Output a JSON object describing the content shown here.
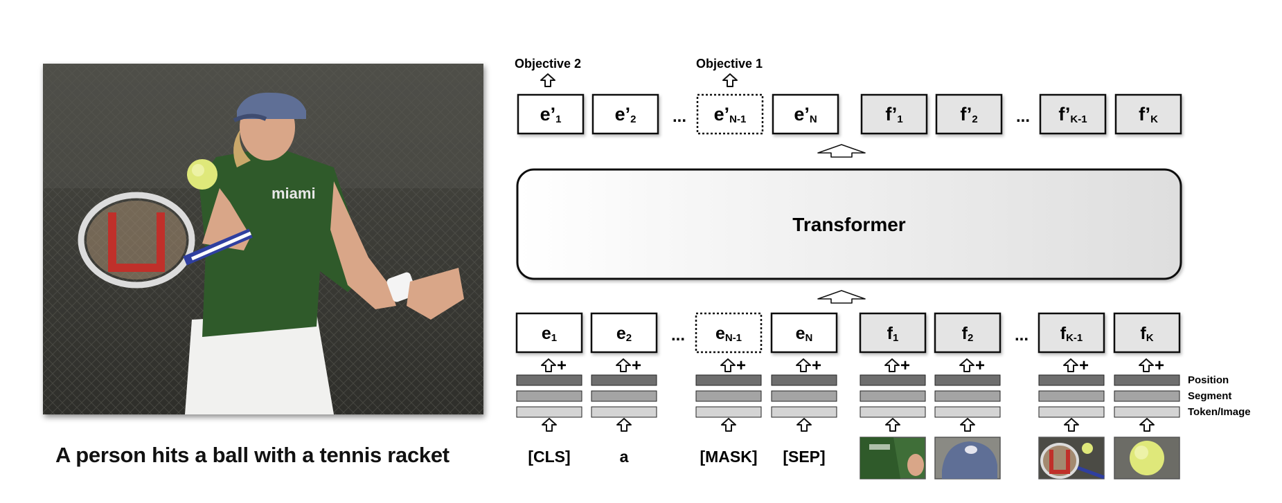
{
  "photo": {
    "subject": "tennis-player-forehand",
    "shirt_text": "miami",
    "colors": {
      "shirt": "#2f5a2a",
      "cap": "#5f6f96",
      "ball": "#dfe87a",
      "fence": "#3a3a36"
    }
  },
  "caption": "A person hits a ball with a tennis racket",
  "objectives": {
    "objective2": "Objective 2",
    "objective1": "Objective 1"
  },
  "transformer_label": "Transformer",
  "ellipsis": "...",
  "outputs_text": [
    {
      "main": "e’",
      "sub": "1",
      "dashed": false
    },
    {
      "main": "e’",
      "sub": "2",
      "dashed": false
    },
    {
      "main": "e’",
      "sub": "N-1",
      "dashed": true
    },
    {
      "main": "e’",
      "sub": "N",
      "dashed": false
    }
  ],
  "outputs_image": [
    {
      "main": "f’",
      "sub": "1"
    },
    {
      "main": "f’",
      "sub": "2"
    },
    {
      "main": "f’",
      "sub": "K-1"
    },
    {
      "main": "f’",
      "sub": "K"
    }
  ],
  "inputs_text": [
    {
      "main": "e",
      "sub": "1",
      "dashed": false,
      "token": "[CLS]"
    },
    {
      "main": "e",
      "sub": "2",
      "dashed": false,
      "token": "a"
    },
    {
      "main": "e",
      "sub": "N-1",
      "dashed": true,
      "token": "[MASK]"
    },
    {
      "main": "e",
      "sub": "N",
      "dashed": false,
      "token": "[SEP]"
    }
  ],
  "inputs_image": [
    {
      "main": "f",
      "sub": "1",
      "patch": "shirt-patch"
    },
    {
      "main": "f",
      "sub": "2",
      "patch": "cap-patch"
    },
    {
      "main": "f",
      "sub": "K-1",
      "patch": "racket-patch"
    },
    {
      "main": "f",
      "sub": "K",
      "patch": "ball-patch"
    }
  ],
  "embedding_labels": [
    "Position",
    "Segment",
    "Token/Image"
  ],
  "plus_sign": "+",
  "colors": {
    "box_border": "#111111",
    "image_box_fill": "#e4e4e4",
    "position_bar": "#6e6e6e",
    "segment_bar": "#a4a4a4",
    "token_bar": "#d4d4d4",
    "transformer_gradient_start": "#ffffff",
    "transformer_gradient_end": "#dedede"
  }
}
